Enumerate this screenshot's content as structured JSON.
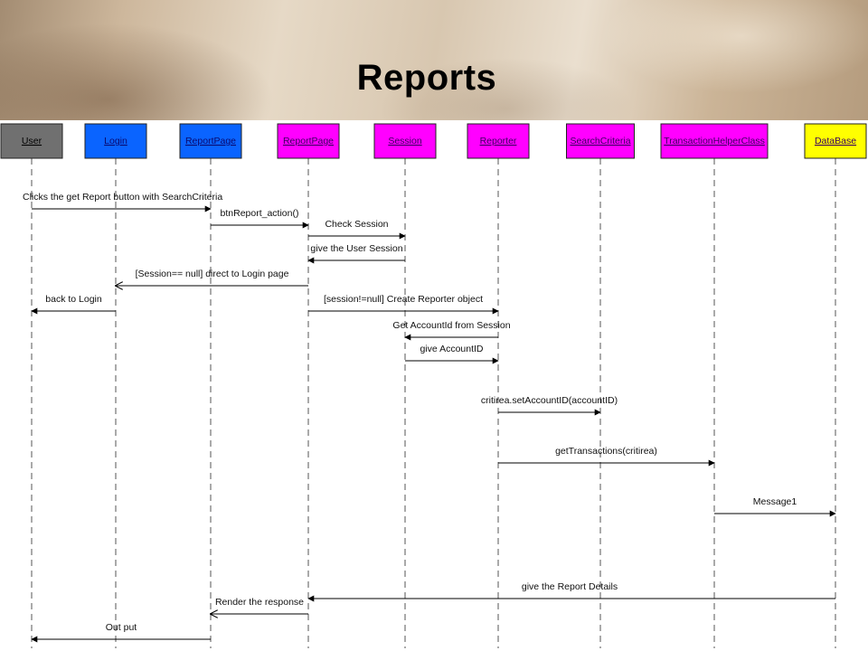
{
  "title": "Reports",
  "lifelines": [
    {
      "name": "User",
      "color": "#707070",
      "text_color": "#000000"
    },
    {
      "name": "Login",
      "color": "#0a64ff",
      "text_color": "#0a0a6e"
    },
    {
      "name": "ReportPage",
      "color": "#0a64ff",
      "text_color": "#0a0a6e"
    },
    {
      "name": "ReportPage",
      "color": "#ff00ff",
      "text_color": "#3a0060"
    },
    {
      "name": "Session",
      "color": "#ff00ff",
      "text_color": "#3a0060"
    },
    {
      "name": "Reporter",
      "color": "#ff00ff",
      "text_color": "#3a0060"
    },
    {
      "name": "SearchCriteria",
      "color": "#ff00ff",
      "text_color": "#3a0060"
    },
    {
      "name": "TransactionHelperClass",
      "color": "#ff00ff",
      "text_color": "#3a0060"
    },
    {
      "name": "DataBase",
      "color": "#ffff00",
      "text_color": "#3a0060"
    }
  ],
  "messages": [
    {
      "from": 0,
      "to": 2,
      "label": "Clicks the get Report  button with SearchCriteria",
      "reply": false
    },
    {
      "from": 2,
      "to": 3,
      "label": "btnReport_action()",
      "reply": false
    },
    {
      "from": 3,
      "to": 4,
      "label": "Check Session",
      "reply": false
    },
    {
      "from": 4,
      "to": 3,
      "label": "give the User Session",
      "reply": false
    },
    {
      "from": 3,
      "to": 1,
      "label": "[Session== null] direct to Login page",
      "reply": true
    },
    {
      "from": 3,
      "to": 5,
      "label": "[session!=null] Create Reporter object",
      "reply": false
    },
    {
      "from": 1,
      "to": 0,
      "label": "back to Login",
      "reply": false
    },
    {
      "from": 5,
      "to": 4,
      "label": "Get AccountId from Session",
      "reply": false
    },
    {
      "from": 4,
      "to": 5,
      "label": "give AccountID",
      "reply": false
    },
    {
      "from": 5,
      "to": 6,
      "label": "critirea.setAccountID(accountID)",
      "reply": false
    },
    {
      "from": 5,
      "to": 7,
      "label": "getTransactions(critirea)",
      "reply": false
    },
    {
      "from": 7,
      "to": 8,
      "label": "Message1",
      "reply": false
    },
    {
      "from": 8,
      "to": 3,
      "label": "give the Report Details",
      "reply": false
    },
    {
      "from": 3,
      "to": 2,
      "label": "Render the response",
      "reply": true
    },
    {
      "from": 2,
      "to": 0,
      "label": "Out put",
      "reply": false
    }
  ]
}
